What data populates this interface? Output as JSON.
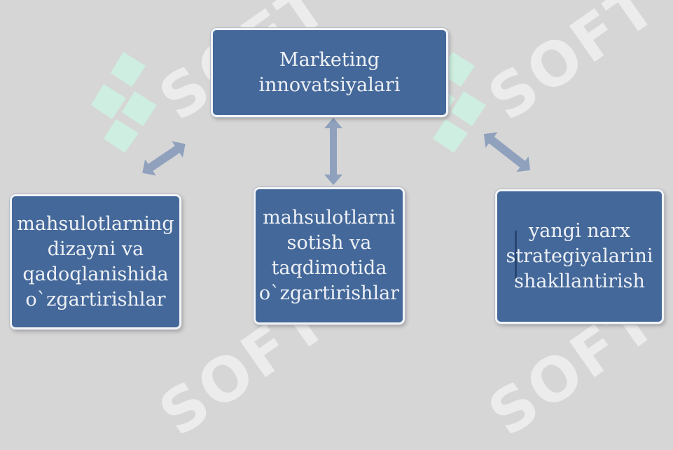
{
  "diagram": {
    "root": "Marketing\ninnovatsiyalari",
    "children": [
      "mahsulotlarning\ndizayni va\nqadoqlanishida\no`zgartirishlar",
      "mahsulotlarni\nsotish va\ntaqdimotida\no`zgartirishlar",
      "yangi narx\nstrategiyalarini\nshakllantirish"
    ]
  },
  "watermark": {
    "text": "SOFT"
  },
  "colors": {
    "background": "#d6d6d6",
    "box_fill": "#44689a",
    "box_border": "#f1f3f6",
    "arrow": "#8fa1bd",
    "watermark_logo": "#cdeee0"
  }
}
